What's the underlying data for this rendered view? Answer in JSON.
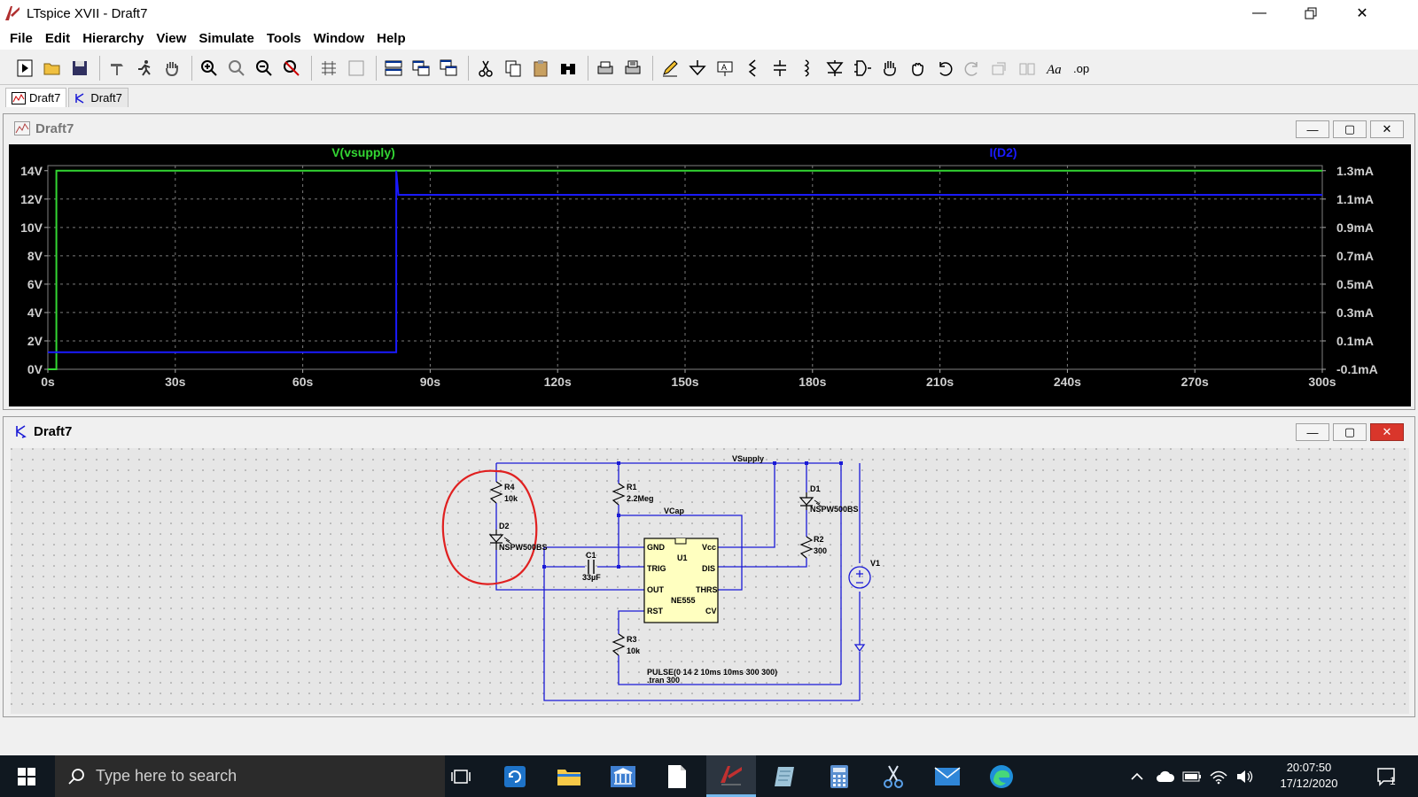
{
  "window": {
    "title": "LTspice XVII - Draft7"
  },
  "menu": [
    "File",
    "Edit",
    "Hierarchy",
    "View",
    "Simulate",
    "Tools",
    "Window",
    "Help"
  ],
  "tabs": [
    {
      "label": "Draft7",
      "type": "waveform"
    },
    {
      "label": "Draft7",
      "type": "schematic"
    }
  ],
  "waveform_window": {
    "title": "Draft7",
    "chart_data": {
      "type": "line",
      "x_ticks": [
        "0s",
        "30s",
        "60s",
        "90s",
        "120s",
        "150s",
        "180s",
        "210s",
        "240s",
        "270s",
        "300s"
      ],
      "y_left_ticks": [
        "14V",
        "12V",
        "10V",
        "8V",
        "6V",
        "4V",
        "2V",
        "0V"
      ],
      "y_right_ticks": [
        "1.3mA",
        "1.1mA",
        "0.9mA",
        "0.7mA",
        "0.5mA",
        "0.3mA",
        "0.1mA",
        "-0.1mA"
      ],
      "xlim": [
        0,
        300
      ],
      "ylim_left": [
        0,
        14
      ],
      "ylim_right": [
        -0.1,
        1.3
      ],
      "grid": true,
      "series": [
        {
          "name": "V(vsupply)",
          "axis": "left",
          "color": "#33d633",
          "x": [
            0,
            2,
            2,
            300
          ],
          "y": [
            0,
            0,
            14,
            14
          ]
        },
        {
          "name": "I(D2)",
          "axis": "right",
          "color": "#1a1aff",
          "x": [
            0,
            82,
            82,
            82.5,
            300
          ],
          "y": [
            0.02,
            0.02,
            1.3,
            1.13,
            1.13
          ]
        }
      ]
    }
  },
  "schematic_window": {
    "title": "Draft7",
    "labels": {
      "vsupply": "VSupply",
      "vcap": "VCap",
      "r4": "R4",
      "r4_val": "10k",
      "d2": "D2",
      "d2_val": "NSPW500BS",
      "r1": "R1",
      "r1_val": "2.2Meg",
      "c1": "C1",
      "c1_val": "33µF",
      "d1": "D1",
      "d1_val": "NSPW500BS",
      "r2": "R2",
      "r2_val": "300",
      "r3": "R3",
      "r3_val": "10k",
      "v1": "V1",
      "u1": "U1",
      "ic_name": "NE555",
      "pin_gnd": "GND",
      "pin_vcc": "Vcc",
      "pin_trig": "TRIG",
      "pin_dis": "DIS",
      "pin_out": "OUT",
      "pin_thrs": "THRS",
      "pin_rst": "RST",
      "pin_cv": "CV",
      "pulse": "PULSE(0 14 2 10ms 10ms 300 300)",
      "tran": ".tran 300"
    },
    "colors": {
      "wire": "#1a1ad6",
      "ic_fill": "#ffffc0",
      "highlight": "#e02020",
      "grid_bg": "#e6e6e6"
    }
  },
  "taskbar": {
    "search_placeholder": "Type here to search",
    "time": "20:07:50",
    "date": "17/12/2020",
    "notification_count": "1"
  }
}
